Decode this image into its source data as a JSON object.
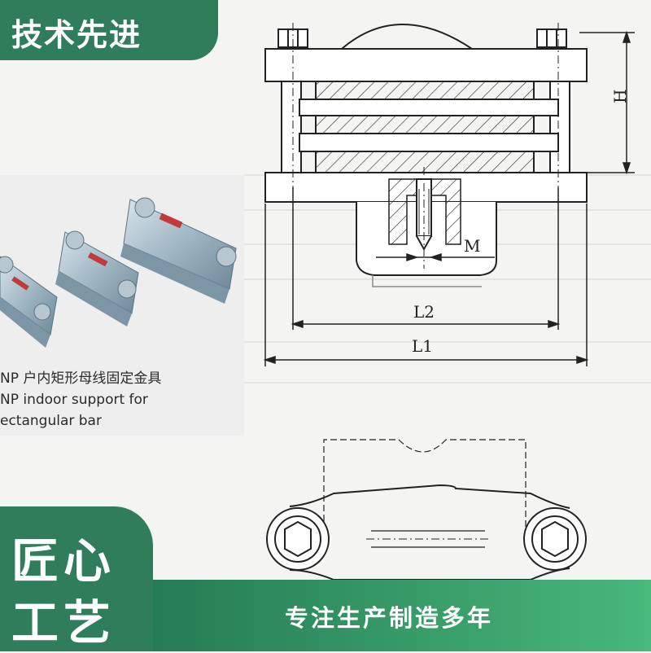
{
  "badge_top": {
    "text": "技术先进"
  },
  "product": {
    "caption_line1": "NP 户内矩形母线固定金具",
    "caption_line2": "NP indoor support for",
    "caption_line3": "ectangular bar"
  },
  "drawing": {
    "label_h": "H",
    "label_m": "M",
    "label_l2": "L2",
    "label_l1": "L1"
  },
  "badge_bottom": {
    "line1": "匠心",
    "line2": "工艺"
  },
  "banner": {
    "text": "专注生产制造多年"
  },
  "colors": {
    "brand_green": "#2f7d5a",
    "banner_light": "#48b87b"
  }
}
